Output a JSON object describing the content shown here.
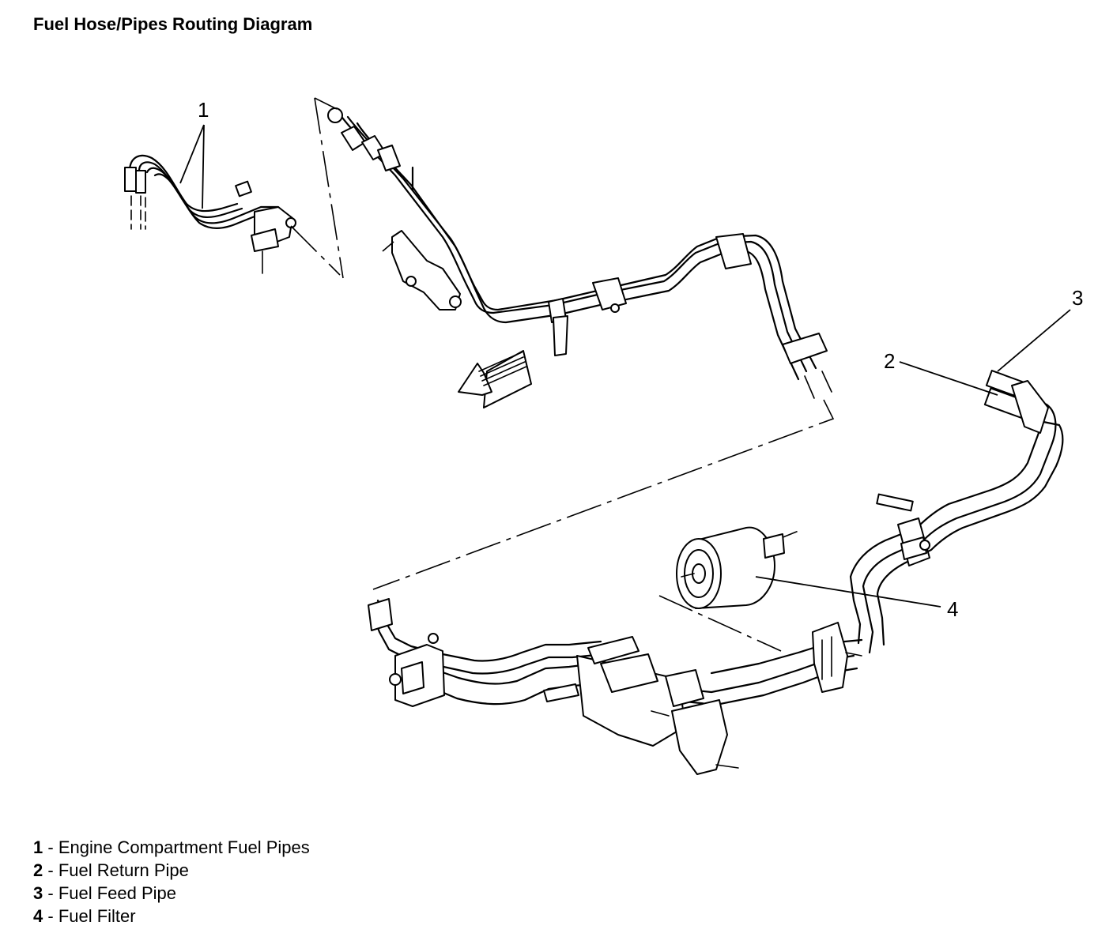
{
  "title": "Fuel Hose/Pipes Routing Diagram",
  "callouts": [
    "1",
    "2",
    "3",
    "4"
  ],
  "legend": [
    {
      "num": "1",
      "sep": " - ",
      "text": "Engine Compartment Fuel Pipes"
    },
    {
      "num": "2",
      "sep": " - ",
      "text": "Fuel Return Pipe"
    },
    {
      "num": "3",
      "sep": " - ",
      "text": "Fuel Feed Pipe"
    },
    {
      "num": "4",
      "sep": " - ",
      "text": "Fuel Filter"
    }
  ]
}
